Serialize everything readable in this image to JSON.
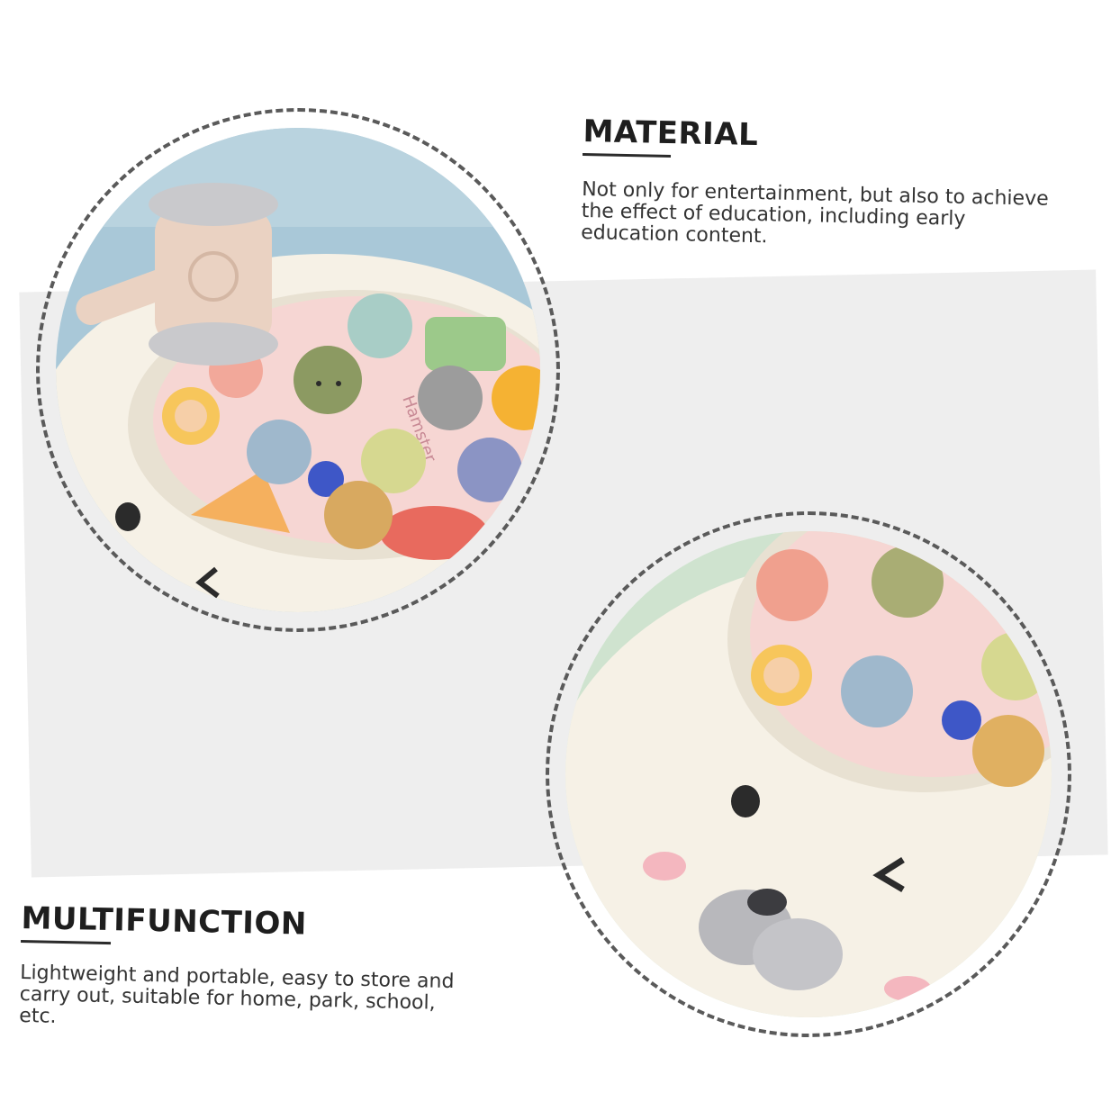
{
  "sections": {
    "material": {
      "heading": "MATERIAL",
      "body": "Not only for entertainment, but also to achieve the effect of education, including early education content."
    },
    "multifunction": {
      "heading": "MULTIFUNCTION",
      "body": "Lightweight and portable, easy to store and carry out, suitable for home, park, school, etc."
    }
  },
  "toy": {
    "board_label": "Hamster"
  },
  "colors": {
    "background": "#ffffff",
    "band": "#eeeeee",
    "dash_ring": "#5a5a5a",
    "toy_body": "#f6f1e6",
    "sky_blue": "#a9c8d8",
    "mint": "#cfe3cf",
    "pink_board": "#f6d6d3"
  }
}
